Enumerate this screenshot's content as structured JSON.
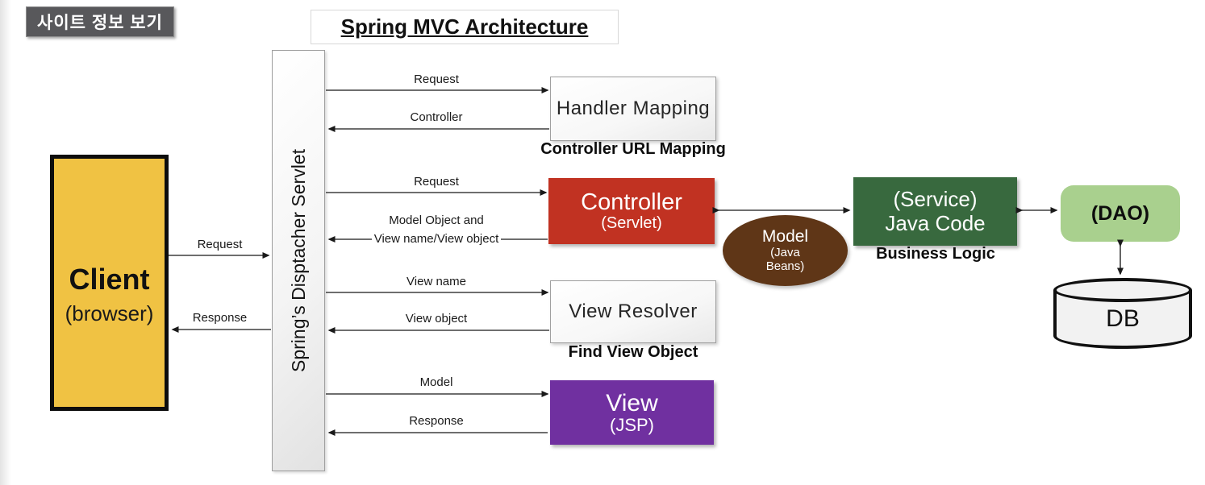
{
  "badge": {
    "label": "사이트 정보 보기"
  },
  "title": "Spring MVC Architecture",
  "client": {
    "title": "Client",
    "subtitle": "(browser)"
  },
  "dispatcher": {
    "label": "Spring’s Disptacher Servlet"
  },
  "handler_mapping": {
    "title": "Handler Mapping",
    "caption": "Controller URL Mapping"
  },
  "controller": {
    "title": "Controller",
    "subtitle": "(Servlet)"
  },
  "view_resolver": {
    "title": "View Resolver",
    "caption": "Find View Object"
  },
  "view": {
    "title": "View",
    "subtitle": "(JSP)"
  },
  "model": {
    "line1": "Model",
    "line2": "(Java",
    "line3": "Beans)"
  },
  "service": {
    "line1": "(Service)",
    "line2": "Java Code",
    "caption": "Business Logic"
  },
  "dao": {
    "label": "(DAO)"
  },
  "db": {
    "label": "DB"
  },
  "arrow_labels": {
    "client_request": "Request",
    "client_response": "Response",
    "handler_request": "Request",
    "handler_controller": "Controller",
    "controller_request": "Request",
    "controller_return_line1": "Model Object and",
    "controller_return_line2": "View name/View object",
    "resolver_view_name": "View name",
    "resolver_view_object": "View object",
    "view_model": "Model",
    "view_response": "Response"
  },
  "colors": {
    "client_fill": "#F0C243",
    "badge_bg": "#58585B",
    "controller_fill": "#C13222",
    "model_fill": "#5F3617",
    "service_fill": "#38693E",
    "dao_fill": "#A9D08E",
    "view_fill": "#7030A0",
    "db_fill": "#F2F2F2"
  }
}
